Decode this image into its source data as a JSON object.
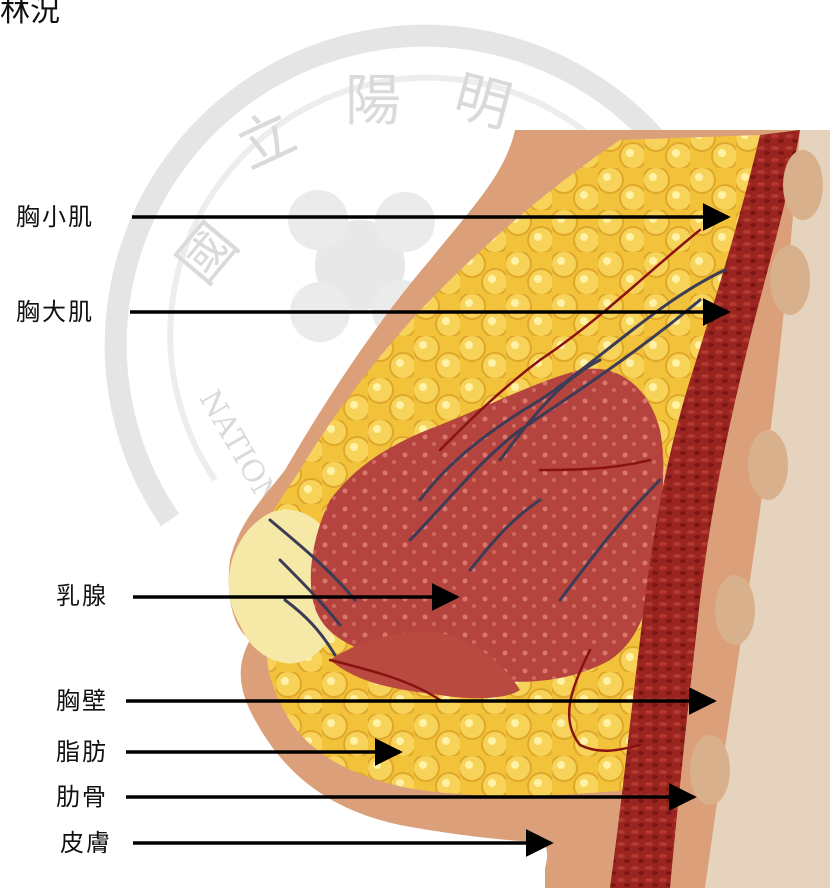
{
  "corner_text": "林況",
  "watermark": {
    "chars": [
      "國",
      "立",
      "陽",
      "明"
    ],
    "latin": "NATION"
  },
  "labels": [
    {
      "id": "pectoralis-minor",
      "text": "胸小肌"
    },
    {
      "id": "pectoralis-major",
      "text": "胸大肌"
    },
    {
      "id": "mammary-gland",
      "text": "乳腺"
    },
    {
      "id": "chest-wall",
      "text": "胸壁"
    },
    {
      "id": "fat",
      "text": "脂肪"
    },
    {
      "id": "rib",
      "text": "肋骨"
    },
    {
      "id": "skin",
      "text": "皮膚"
    }
  ],
  "colors": {
    "skin": "#dba07a",
    "fat": "#f2c23a",
    "gland": "#b5443f",
    "muscle": "#8e1d1a",
    "rib": "#d9b08c",
    "nipple": "#f6e9a8",
    "vessels": "#3c3c56",
    "arrow": "#000000"
  }
}
